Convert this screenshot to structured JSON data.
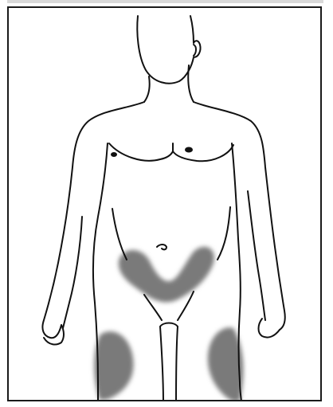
{
  "diagram": {
    "colors": {
      "outline": "#111111",
      "shading": "#7a7a7a",
      "background": "#ffffff",
      "frame": "#1a1a1a"
    },
    "shaded_regions": [
      "lower-abdomen-v-region",
      "left-thigh-region",
      "right-thigh-region"
    ],
    "icons": [
      "male-body-outline"
    ]
  }
}
